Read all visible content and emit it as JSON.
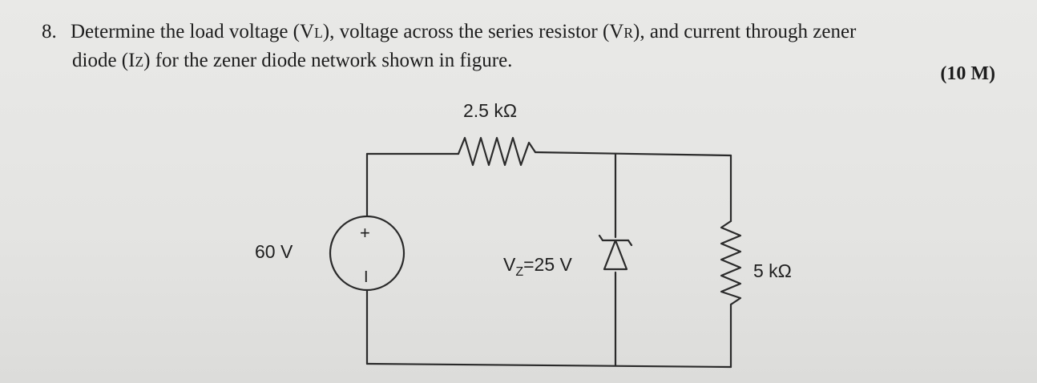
{
  "question": {
    "number": "8.",
    "line1_text": "Determine the load voltage (V",
    "line1_sub1": "L",
    "line1_mid": "), voltage across the series resistor (V",
    "line1_sub2": "R",
    "line1_end": "), and current through zener",
    "line2_text": "diode (I",
    "line2_sub": "Z",
    "line2_end": ") for the zener diode network shown in figure.",
    "marks": "(10 M)"
  },
  "circuit": {
    "series_resistor_label": "2.5 kΩ",
    "source_label": "60 V",
    "source_plus": "+",
    "source_minus": "I",
    "zener_label_prefix": "V",
    "zener_label_sub": "Z",
    "zener_label_value": "=25 V",
    "load_resistor_label": "5 kΩ"
  }
}
